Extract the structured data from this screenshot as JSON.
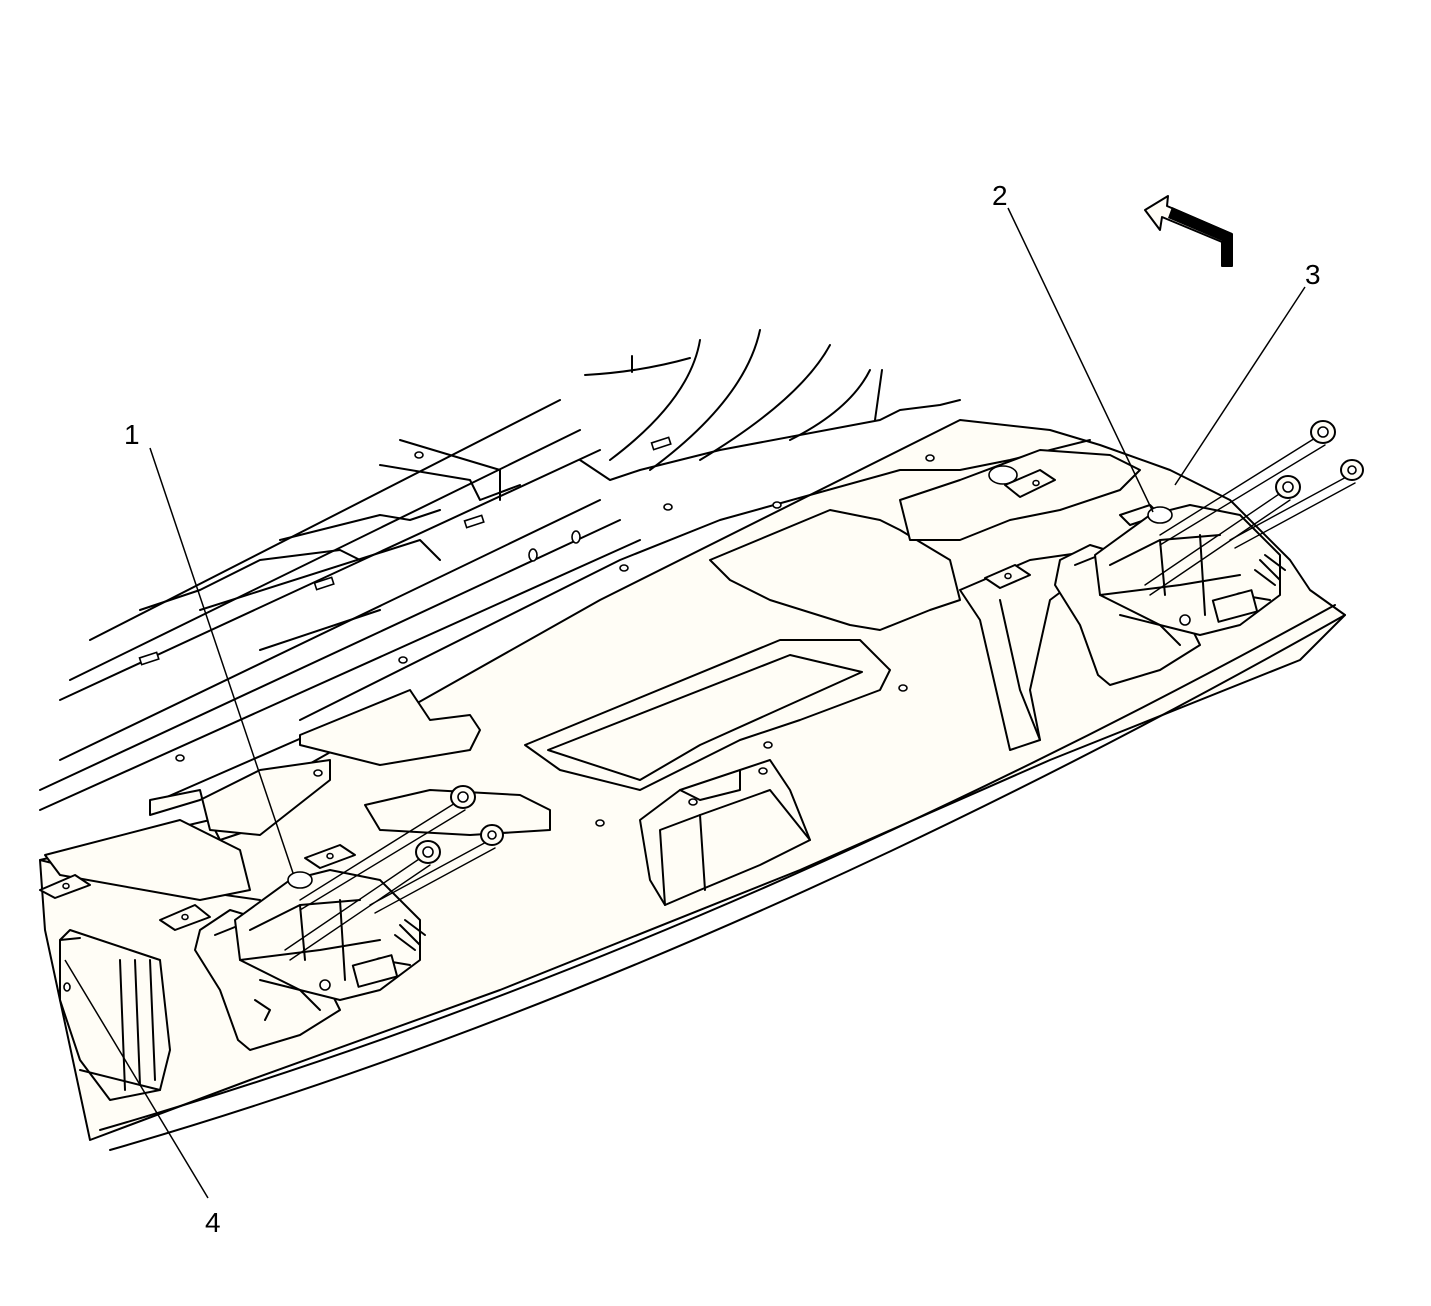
{
  "diagram": {
    "callouts": [
      {
        "id": "1",
        "label": "1"
      },
      {
        "id": "2",
        "label": "2"
      },
      {
        "id": "3",
        "label": "3"
      },
      {
        "id": "4",
        "label": "4"
      }
    ],
    "icons": [
      "direction-arrow-icon"
    ],
    "colors": {
      "line": "#000000",
      "paper": "#ffffff",
      "panel": "#fffdf6"
    }
  }
}
